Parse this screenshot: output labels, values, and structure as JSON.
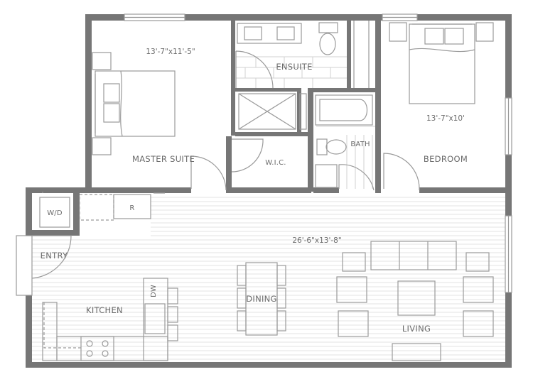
{
  "rooms": {
    "master_suite": "MASTER SUITE",
    "ensuite": "ENSUITE",
    "wic": "W.I.C.",
    "bath": "BATH",
    "bedroom": "BEDROOM",
    "entry": "ENTRY",
    "kitchen": "KITCHEN",
    "dining": "DINING",
    "living": "LIVING"
  },
  "appliances": {
    "washer_dryer": "W/D",
    "refrigerator": "R",
    "dishwasher": "DW"
  },
  "dimensions": {
    "master_suite": "13'-7\"x11'-5\"",
    "bedroom": "13'-7\"x10'",
    "living_dining": "26'-6\"x13'-8\""
  },
  "colors": {
    "wall": "#767676",
    "fixture": "#9a9a9a",
    "floor_line": "#e3e3e3",
    "text": "#6b6b6b"
  }
}
